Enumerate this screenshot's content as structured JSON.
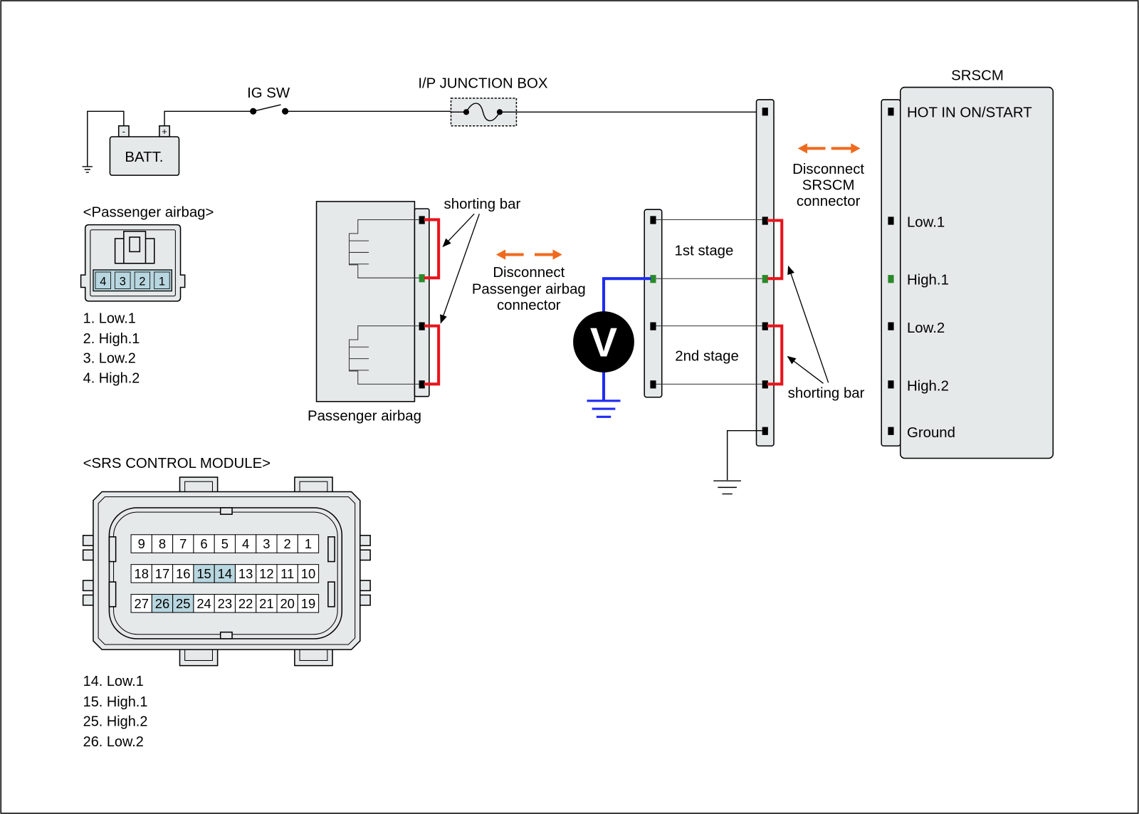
{
  "colors": {
    "wire": "#000000",
    "shorting_bar": "#e8141c",
    "high1_pin": "#2a8a2a",
    "voltmeter_wire": "#1f2cf0",
    "disconnect_arrow": "#f06a1e",
    "component_fill": "#e6e9ea",
    "highlight_pin_fill": "#b8d6df"
  },
  "power_circuit": {
    "battery": {
      "label": "BATT.",
      "negative": "-",
      "positive": "+"
    },
    "ig_switch": "IG SW",
    "junction_box": "I/P JUNCTION BOX"
  },
  "srscm": {
    "title": "SRSCM",
    "terminals": [
      {
        "label": "HOT IN ON/START",
        "color": "#000000"
      },
      {
        "label": "Low.1",
        "color": "#000000"
      },
      {
        "label": "High.1",
        "color": "#2a8a2a"
      },
      {
        "label": "Low.2",
        "color": "#000000"
      },
      {
        "label": "High.2",
        "color": "#000000"
      },
      {
        "label": "Ground",
        "color": "#000000"
      }
    ]
  },
  "disconnect_srscm": [
    "Disconnect",
    "SRSCM",
    "connector"
  ],
  "disconnect_airbag": [
    "Disconnect",
    "Passenger airbag",
    "connector"
  ],
  "shorting_bar_label_top": "shorting bar",
  "shorting_bar_label_right": "shorting bar",
  "stages": [
    "1st stage",
    "2nd stage"
  ],
  "voltmeter": {
    "symbol": "V",
    "icon": "voltmeter-icon"
  },
  "passenger_airbag_label": "Passenger airbag",
  "passenger_airbag_connector": {
    "title": "<Passenger airbag>",
    "pins": [
      "4",
      "3",
      "2",
      "1"
    ],
    "legend": [
      {
        "text": "1. Low.1",
        "color": "#000000"
      },
      {
        "text": "2. High.1",
        "color": "#2a8a2a"
      },
      {
        "text": "3. Low.2",
        "color": "#000000"
      },
      {
        "text": "4. High.2",
        "color": "#000000"
      }
    ]
  },
  "srs_control_module": {
    "title": "<SRS CONTROL MODULE>",
    "pin_rows": [
      [
        "9",
        "8",
        "7",
        "6",
        "5",
        "4",
        "3",
        "2",
        "1"
      ],
      [
        "18",
        "17",
        "16",
        "15",
        "14",
        "13",
        "12",
        "11",
        "10"
      ],
      [
        "27",
        "26",
        "25",
        "24",
        "23",
        "22",
        "21",
        "20",
        "19"
      ]
    ],
    "highlighted_pins": [
      "14",
      "15",
      "25",
      "26"
    ],
    "legend": [
      {
        "text": "14. Low.1",
        "color": "#000000"
      },
      {
        "text": "15. High.1",
        "color": "#2a8a2a"
      },
      {
        "text": "25. High.2",
        "color": "#000000"
      },
      {
        "text": "26. Low.2",
        "color": "#000000"
      }
    ]
  }
}
